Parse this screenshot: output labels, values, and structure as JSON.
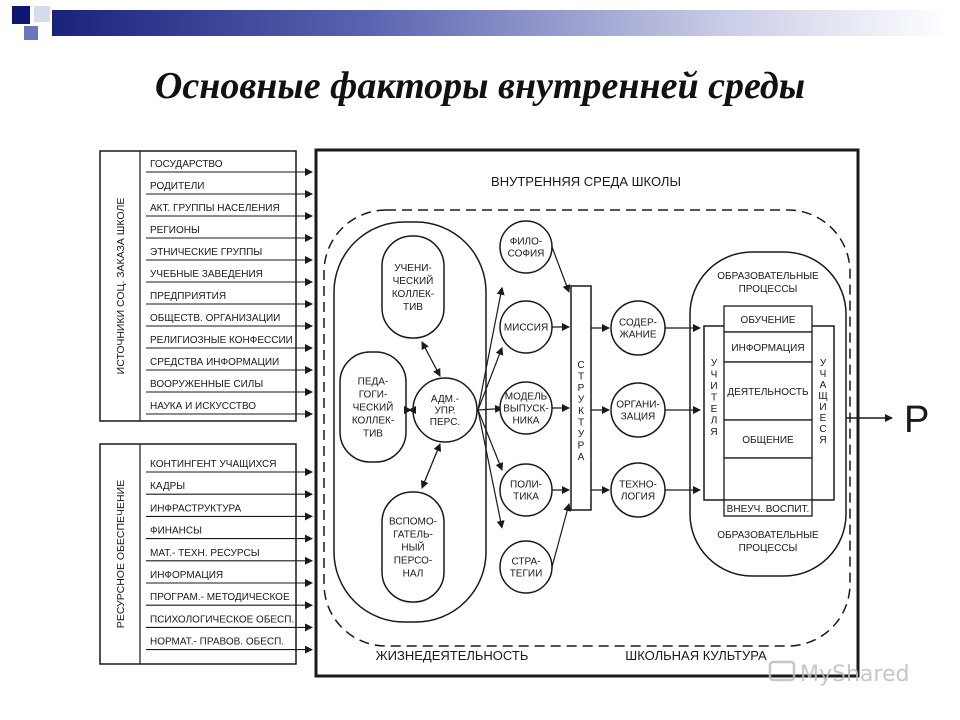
{
  "title": "Основные факторы внутренней среды",
  "colors": {
    "accent_dark": "#0d1670",
    "accent_mid": "#3a45a8",
    "accent_light": "#c9cde6",
    "ink": "#1a1a1a"
  },
  "diagram": {
    "inner_env_title": "ВНУТРЕННЯЯ СРЕДА ШКОЛЫ",
    "side_label_top": "ИСТОЧНИКИ СОЦ. ЗАКАЗА ШКОЛЕ",
    "side_label_bottom": "РЕСУРСНОЕ ОБЕСПЕЧЕНИЕ",
    "sources": [
      "ГОСУДАРСТВО",
      "РОДИТЕЛИ",
      "АКТ. ГРУППЫ НАСЕЛЕНИЯ",
      "РЕГИОНЫ",
      "ЭТНИЧЕСКИЕ ГРУППЫ",
      "УЧЕБНЫЕ ЗАВЕДЕНИЯ",
      "ПРЕДПРИЯТИЯ",
      "ОБЩЕСТВ. ОРГАНИЗАЦИИ",
      "РЕЛИГИОЗНЫЕ КОНФЕССИИ",
      "СРЕДСТВА ИНФОРМАЦИИ",
      "ВООРУЖЕННЫЕ СИЛЫ",
      "НАУКА И ИСКУССТВО"
    ],
    "resources": [
      "КОНТИНГЕНТ УЧАЩИХСЯ",
      "КАДРЫ",
      "ИНФРАСТРУКТУРА",
      "ФИНАНСЫ",
      "МАТ.- ТЕХН. РЕСУРСЫ",
      "ИНФОРМАЦИЯ",
      "ПРОГРАМ.- МЕТОДИЧЕСКОЕ",
      "ПСИХОЛОГИЧЕСКОЕ ОБЕСП.",
      "НОРМАТ.- ПРАВОВ. ОБЕСП."
    ],
    "collectives": {
      "student": [
        "УЧЕНИ-",
        "ЧЕСКИЙ",
        "КОЛЛЕК-",
        "ТИВ"
      ],
      "pedagogical": [
        "ПЕДА-",
        "ГОГИ-",
        "ЧЕСКИЙ",
        "КОЛЛЕК-",
        "ТИВ"
      ],
      "admin": [
        "АДМ.-",
        "УПР.",
        "ПЕРС."
      ],
      "support": [
        "ВСПОМО-",
        "ГАТЕЛЬ-",
        "НЫЙ",
        "ПЕРСО-",
        "НАЛ"
      ]
    },
    "concepts": [
      [
        "ФИЛО-",
        "СОФИЯ"
      ],
      [
        "МИССИЯ"
      ],
      [
        "МОДЕЛЬ",
        "ВЫПУСК-",
        "НИКА"
      ],
      [
        "ПОЛИ-",
        "ТИКА"
      ],
      [
        "СТРА-",
        "ТЕГИИ"
      ]
    ],
    "structure_letters": [
      "С",
      "Т",
      "Р",
      "У",
      "К",
      "Т",
      "У",
      "Р",
      "А"
    ],
    "aspects": [
      [
        "СОДЕР-",
        "ЖАНИЕ"
      ],
      [
        "ОРГАНИ-",
        "ЗАЦИЯ"
      ],
      [
        "ТЕХНО-",
        "ЛОГИЯ"
      ]
    ],
    "processes_top": [
      "ОБРАЗОВАТЕЛЬНЫЕ",
      "ПРОЦЕССЫ"
    ],
    "processes_bottom": [
      "ОБРАЗОВАТЕЛЬНЫЕ",
      "ПРОЦЕССЫ"
    ],
    "process_rows": [
      "ОБУЧЕНИЕ",
      "ИНФОРМАЦИЯ",
      "ДЕЯТЕЛЬНОСТЬ",
      "ОБЩЕНИЕ",
      "",
      "ВНЕУЧ. ВОСПИТ."
    ],
    "teachers_letters": [
      "У",
      "Ч",
      "И",
      "Т",
      "Е",
      "Л",
      "Я"
    ],
    "students_letters": [
      "У",
      "Ч",
      "А",
      "Щ",
      "И",
      "Е",
      "С",
      "Я"
    ],
    "result": "Р",
    "bottom_left": "ЖИЗНЕДЕЯТЕЛЬНОСТЬ",
    "bottom_right": "ШКОЛЬНАЯ КУЛЬТУРА"
  },
  "watermark": "MyShared"
}
